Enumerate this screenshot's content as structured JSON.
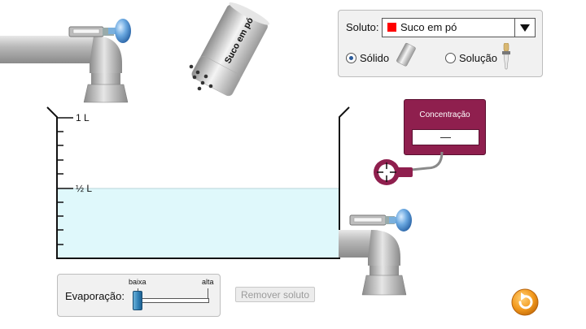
{
  "solute_panel": {
    "label": "Soluto:",
    "selected": "Suco em pó",
    "swatch_color": "#ff0000",
    "options": {
      "solid_label": "Sólido",
      "solution_label": "Solução",
      "selected": "solid"
    }
  },
  "shaker": {
    "label": "Suco em pó"
  },
  "beaker": {
    "label_full": "1 L",
    "label_half": "½ L",
    "liquid_color": "#dff8fb"
  },
  "meter": {
    "title": "Concentração",
    "value": "—",
    "color": "#8f1f4e"
  },
  "evaporation": {
    "label": "Evaporação:",
    "low_label": "baixa",
    "high_label": "alta",
    "level": 0
  },
  "remove_solute": {
    "label": "Remover soluto"
  },
  "reset": {
    "icon": "reset-icon",
    "color": "#f39a1e"
  }
}
